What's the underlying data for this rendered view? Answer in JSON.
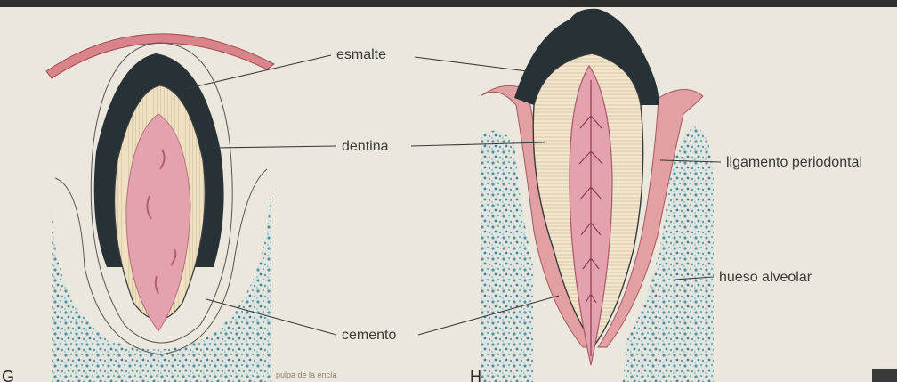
{
  "figure": {
    "panels": [
      {
        "id": "G",
        "letter": "G"
      },
      {
        "id": "H",
        "letter": "H"
      }
    ],
    "labels": {
      "esmalte": "esmalte",
      "dentina": "dentina",
      "ligamento": "ligamento periodontal",
      "hueso": "hueso alveolar",
      "cemento": "cemento"
    },
    "faint_caption": "pulpa de la encía",
    "colors": {
      "paper": "#ece7dc",
      "enamel": "#263236",
      "dentin": "#efe0c2",
      "pulp": "#e3a2ad",
      "periodontal": "#e3a0a4",
      "bone": "#7ea8ae",
      "gum": "#d9838a"
    }
  }
}
